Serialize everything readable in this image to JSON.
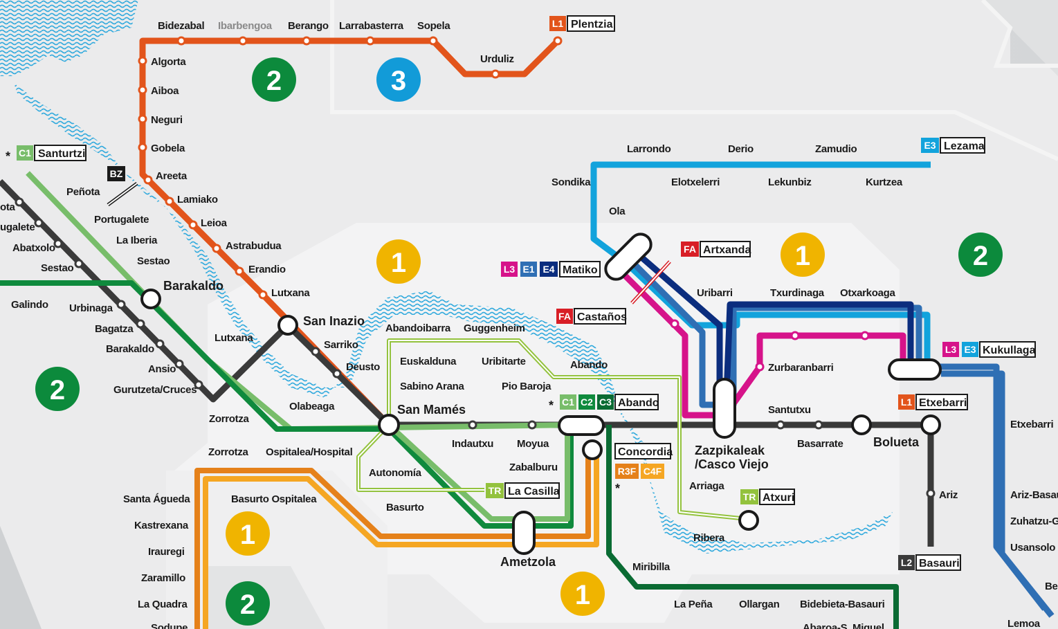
{
  "colors": {
    "metro_l1": "#e2541b",
    "metro_l2": "#3a3a3a",
    "line3": "#d6138a",
    "euskotren_e1": "#2f6fb4",
    "euskotren_e4": "#0b2d7e",
    "euskotren_e3": "#12a3dc",
    "renfe_c1": "#78bd6a",
    "renfe_c2": "#0f8a3d",
    "renfe_c3": "#0a6b33",
    "feve_c4f": "#f5a623",
    "feve_r3f": "#e5811a",
    "tram": "#93c23d",
    "funicular": "#d81e26",
    "water": "#2fa9dd",
    "zone1": "#f0b400",
    "zone2": "#0c8a3c",
    "zone3": "#129bd8"
  },
  "zones": [
    {
      "id": "z2-top",
      "label": "2"
    },
    {
      "id": "z3-top",
      "label": "3"
    },
    {
      "id": "z1-centre",
      "label": "1"
    },
    {
      "id": "z1-east",
      "label": "1"
    },
    {
      "id": "z2-east",
      "label": "2"
    },
    {
      "id": "z2-west",
      "label": "2"
    },
    {
      "id": "z1-southwest",
      "label": "1"
    },
    {
      "id": "z2-southwest",
      "label": "2"
    },
    {
      "id": "z1-south",
      "label": "1"
    }
  ],
  "termini": {
    "plentzia": {
      "badges": [
        "L1"
      ],
      "name": "Plentzia"
    },
    "santurtzi": {
      "badges": [
        "C1"
      ],
      "name": "Santurtzi",
      "mark": "*"
    },
    "lezama": {
      "badges": [
        "E3"
      ],
      "name": "Lezama"
    },
    "artxanda": {
      "badges": [
        "FA"
      ],
      "name": "Artxanda"
    },
    "matiko": {
      "badges": [
        "L3",
        "E1",
        "E4"
      ],
      "name": "Matiko"
    },
    "castanos": {
      "badges": [
        "FA"
      ],
      "name": "Castaños"
    },
    "kukullaga": {
      "badges": [
        "L3",
        "E3"
      ],
      "name": "Kukullaga"
    },
    "etxebarri": {
      "badges": [
        "L1"
      ],
      "name": "Etxebarri"
    },
    "abando": {
      "badges": [
        "C1",
        "C2",
        "C3"
      ],
      "name": "Abando",
      "mark": "*"
    },
    "concordia": {
      "badges": [
        "R3F",
        "C4F"
      ],
      "name": "Concordia",
      "mark": "*"
    },
    "lacasilla": {
      "badges": [
        "TR"
      ],
      "name": "La Casilla"
    },
    "atxuri": {
      "badges": [
        "TR"
      ],
      "name": "Atxuri"
    },
    "basauri": {
      "badges": [
        "L2"
      ],
      "name": "Basauri"
    },
    "bz": {
      "badges": [
        "BZ"
      ],
      "name": ""
    }
  },
  "stations": {
    "bidezabal": "Bidezabal",
    "ibarbengoa": "Ibarbengoa",
    "berango": "Berango",
    "larrabasterra": "Larrabasterra",
    "sopela": "Sopela",
    "urduliz": "Urduliz",
    "algorta": "Algorta",
    "aiboa": "Aiboa",
    "neguri": "Neguri",
    "gobela": "Gobela",
    "areeta": "Areeta",
    "lamiako": "Lamiako",
    "leioa": "Leioa",
    "astrabudua": "Astrabudua",
    "erandio": "Erandio",
    "lutxana_l1": "Lutxana",
    "san_inazio": "San Inazio",
    "sarriko": "Sarriko",
    "deusto": "Deusto",
    "san_mames": "San Mamés",
    "indautxu": "Indautxu",
    "moyua": "Moyua",
    "zazpikaleak_1": "Zazpikaleak",
    "zazpikaleak_2": "/Casco Viejo",
    "santutxu": "Santutxu",
    "basarrate": "Basarrate",
    "bolueta": "Bolueta",
    "ariz": "Ariz",
    "penota": "Peñota",
    "portugalete": "Portugalete",
    "la_iberia": "La Iberia",
    "sestao_c1": "Sestao",
    "barakaldo_c": "Barakaldo",
    "lutxana_c": "Lutxana",
    "zorrotza_c": "Zorrotza",
    "olabeaga": "Olabeaga",
    "ota": "ota",
    "ugalete": "ugalete",
    "abatxolo": "Abatxolo",
    "sestao_l2": "Sestao",
    "urbinaga": "Urbinaga",
    "bagatza": "Bagatza",
    "barakaldo_l2": "Barakaldo",
    "ansio": "Ansio",
    "gurutzeta": "Gurutzeta/Cruces",
    "galindo": "Galindo",
    "larrondo": "Larrondo",
    "derio": "Derio",
    "zamudio": "Zamudio",
    "sondika": "Sondika",
    "elotxelerri": "Elotxelerri",
    "lekunbiz": "Lekunbiz",
    "kurtzea": "Kurtzea",
    "ola": "Ola",
    "uribarri": "Uribarri",
    "txurdinaga": "Txurdinaga",
    "otxarkoaga": "Otxarkoaga",
    "zurbaranbarri": "Zurbaranbarri",
    "etxebarri_e": "Etxebarri",
    "ariz_basauri": "Ariz-Basauri",
    "zuhatzu": "Zuhatzu-Ga",
    "usansolo": "Usansolo",
    "lemoa": "Lemoa",
    "be": "Be",
    "abandoibarra": "Abandoibarra",
    "guggenheim": "Guggenheim",
    "euskalduna": "Euskalduna",
    "uribitarte": "Uribitarte",
    "sabino_arana": "Sabino Arana",
    "pio_baroja": "Pio Baroja",
    "abando_tr": "Abando",
    "arriaga": "Arriaga",
    "ribera": "Ribera",
    "autonomia": "Autonomía",
    "basurto": "Basurto",
    "zabalburu": "Zabalburu",
    "ametzola": "Ametzola",
    "zorrotza_f": "Zorrotza",
    "ospitalea": "Ospitalea/Hospital",
    "basurto_ospitalea": "Basurto Ospitalea",
    "santa_agueda": "Santa Águeda",
    "kastrexana": "Kastrexana",
    "iraurgi": "Irauregi",
    "zaramillo": "Zaramillo",
    "la_quadra": "La Quadra",
    "sodupe": "Sodupe",
    "miribilla": "Miribilla",
    "la_pena": "La Peña",
    "ollargan": "Ollargan",
    "bidebieta": "Bidebieta-Basauri",
    "abaroa": "Abaroa-S. Miguel"
  }
}
